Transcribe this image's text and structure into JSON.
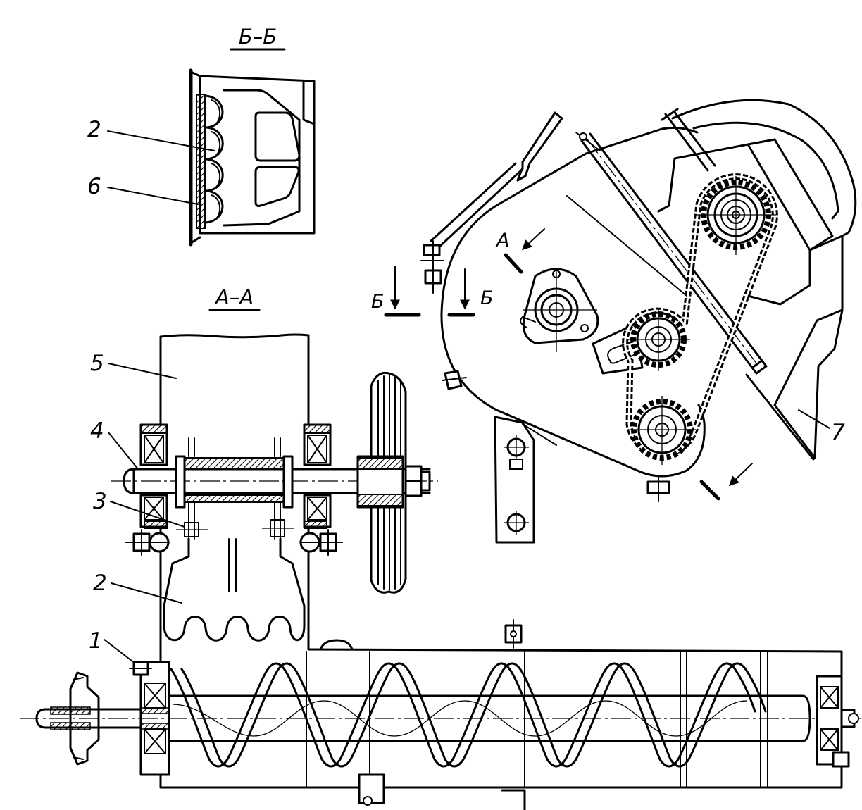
{
  "drawing": {
    "section_bb": {
      "title": "Б–Б",
      "callouts": {
        "part_2": "2",
        "part_6": "6"
      }
    },
    "section_aa": {
      "title": "А–А",
      "callouts": {
        "part_5": "5",
        "part_4": "4",
        "part_3": "3",
        "part_2": "2",
        "part_1": "1"
      }
    },
    "side_view": {
      "callouts": {
        "part_7": "7"
      },
      "cut_marks": {
        "a": "А",
        "b_left": "Б",
        "b_right": "Б"
      }
    }
  }
}
